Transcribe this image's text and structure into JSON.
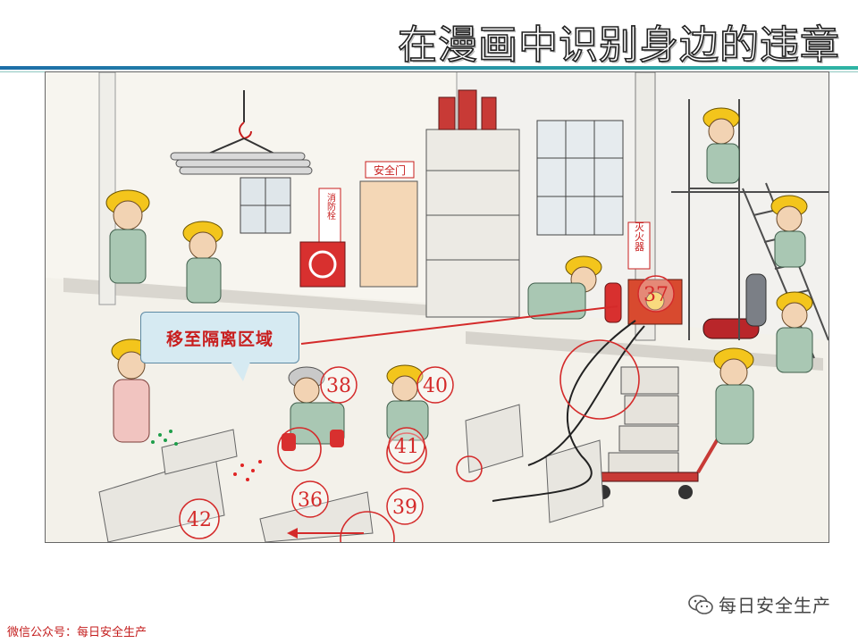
{
  "slide": {
    "title": "在漫画中识别身边的违章"
  },
  "scene": {
    "signs": {
      "safety_door": "安全门",
      "hydrant": "消防栓",
      "extinguisher": "灭火器"
    },
    "callout": "移至隔离区域",
    "markers": [
      {
        "label": "37"
      },
      {
        "label": "38"
      },
      {
        "label": "40"
      },
      {
        "label": "41"
      },
      {
        "label": "36"
      },
      {
        "label": "39"
      },
      {
        "label": "42"
      }
    ]
  },
  "footer": {
    "wechat_label": "微信公众号：每日安全生产",
    "brand": "每日安全生产",
    "brand_icon": "wechat-icon"
  },
  "colors": {
    "accent_blue": "#1d6ea8",
    "accent_teal": "#2fb4a4",
    "annotation_red": "#c81e1e",
    "callout_fill": "#d6eaf2",
    "helmet_yellow": "#f3c51c"
  }
}
